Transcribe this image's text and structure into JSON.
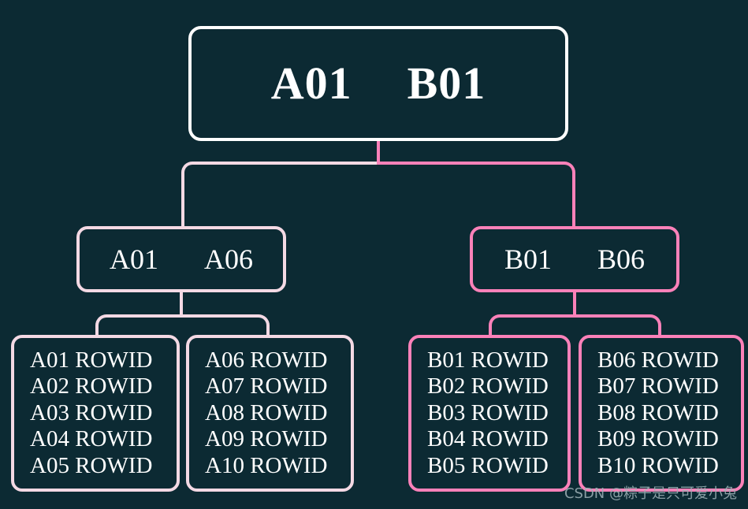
{
  "diagram": {
    "type": "b-tree-index",
    "background_color": "#0c2a33",
    "branch_a_color": "#f4d9e4",
    "branch_b_color": "#fb81b9",
    "root_color": "#ffffff",
    "text_color": "#ffffff"
  },
  "root": {
    "keys": [
      "A01",
      "B01"
    ]
  },
  "branches": [
    {
      "id": "branch-a",
      "keys": [
        "A01",
        "A06"
      ]
    },
    {
      "id": "branch-b",
      "keys": [
        "B01",
        "B06"
      ]
    }
  ],
  "leaves": [
    {
      "id": "leaf-a1",
      "entries": [
        "A01 ROWID",
        "A02 ROWID",
        "A03 ROWID",
        "A04 ROWID",
        "A05 ROWID"
      ]
    },
    {
      "id": "leaf-a2",
      "entries": [
        "A06 ROWID",
        "A07 ROWID",
        "A08 ROWID",
        "A09 ROWID",
        "A10 ROWID"
      ]
    },
    {
      "id": "leaf-b1",
      "entries": [
        "B01 ROWID",
        "B02 ROWID",
        "B03 ROWID",
        "B04 ROWID",
        "B05 ROWID"
      ]
    },
    {
      "id": "leaf-b2",
      "entries": [
        "B06 ROWID",
        "B07 ROWID",
        "B08 ROWID",
        "B09 ROWID",
        "B10 ROWID"
      ]
    }
  ],
  "watermark": {
    "text": "CSDN @粽子是只可爱小兔"
  }
}
